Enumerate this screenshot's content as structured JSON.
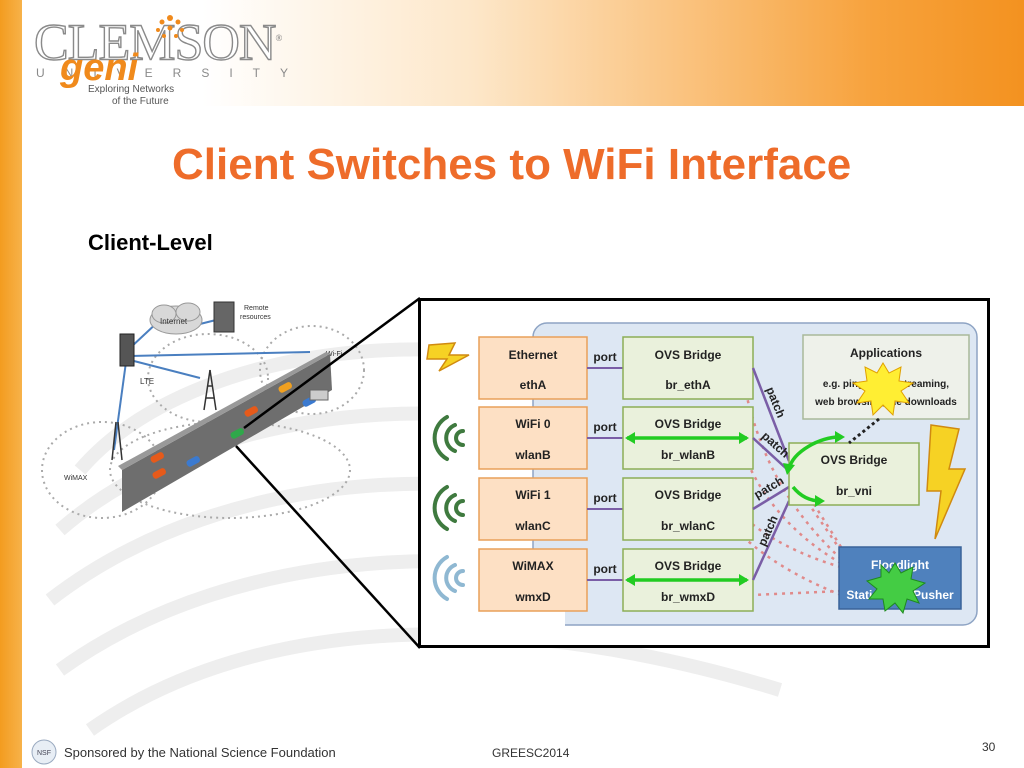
{
  "slide": {
    "title": "Client Switches to WiFi Interface",
    "subtitle": "Client-Level",
    "page_number": "30"
  },
  "logo": {
    "clemson": "CLEMSON",
    "registered": "®",
    "university": "UNIVERSITY",
    "geni": "geni",
    "tagline_1": "Exploring Networks",
    "tagline_2": "of the Future"
  },
  "network_figure": {
    "internet": "Internet",
    "remote_resources_1": "Remote",
    "remote_resources_2": "resources",
    "lte": "LTE",
    "wifi": "Wi-Fi",
    "wimax": "WiMAX"
  },
  "diagram": {
    "interfaces": [
      {
        "name": "Ethernet",
        "id": "ethA"
      },
      {
        "name": "WiFi 0",
        "id": "wlanB"
      },
      {
        "name": "WiFi 1",
        "id": "wlanC"
      },
      {
        "name": "WiMAX",
        "id": "wmxD"
      }
    ],
    "port_label": "port",
    "patch_label": "patch",
    "bridges": [
      {
        "name": "OVS Bridge",
        "id": "br_ethA"
      },
      {
        "name": "OVS Bridge",
        "id": "br_wlanB"
      },
      {
        "name": "OVS Bridge",
        "id": "br_wlanC"
      },
      {
        "name": "OVS Bridge",
        "id": "br_wmxD"
      }
    ],
    "vni_bridge": {
      "name": "OVS Bridge",
      "id": "br_vni"
    },
    "applications": {
      "title": "Applications",
      "line1": "e.g. ping, video streaming,",
      "line2": "web browsing, file downloads"
    },
    "floodlight": {
      "line1": "Floodlight",
      "line2": "Static Flow Pusher"
    },
    "colors": {
      "interface_fill": "#fde0c4",
      "interface_border": "#e9a05a",
      "bridge_fill": "#eaf1dc",
      "bridge_border": "#8cae56",
      "panel_fill": "#dde7f3",
      "panel_border": "#8ea4c4",
      "floodlight_fill": "#4f81bd",
      "arrow_green": "#22cc22",
      "patch_purple": "#7a5ea6"
    }
  },
  "footer": {
    "sponsor": "Sponsored by the National Science Foundation",
    "event": "GREESC2014"
  }
}
